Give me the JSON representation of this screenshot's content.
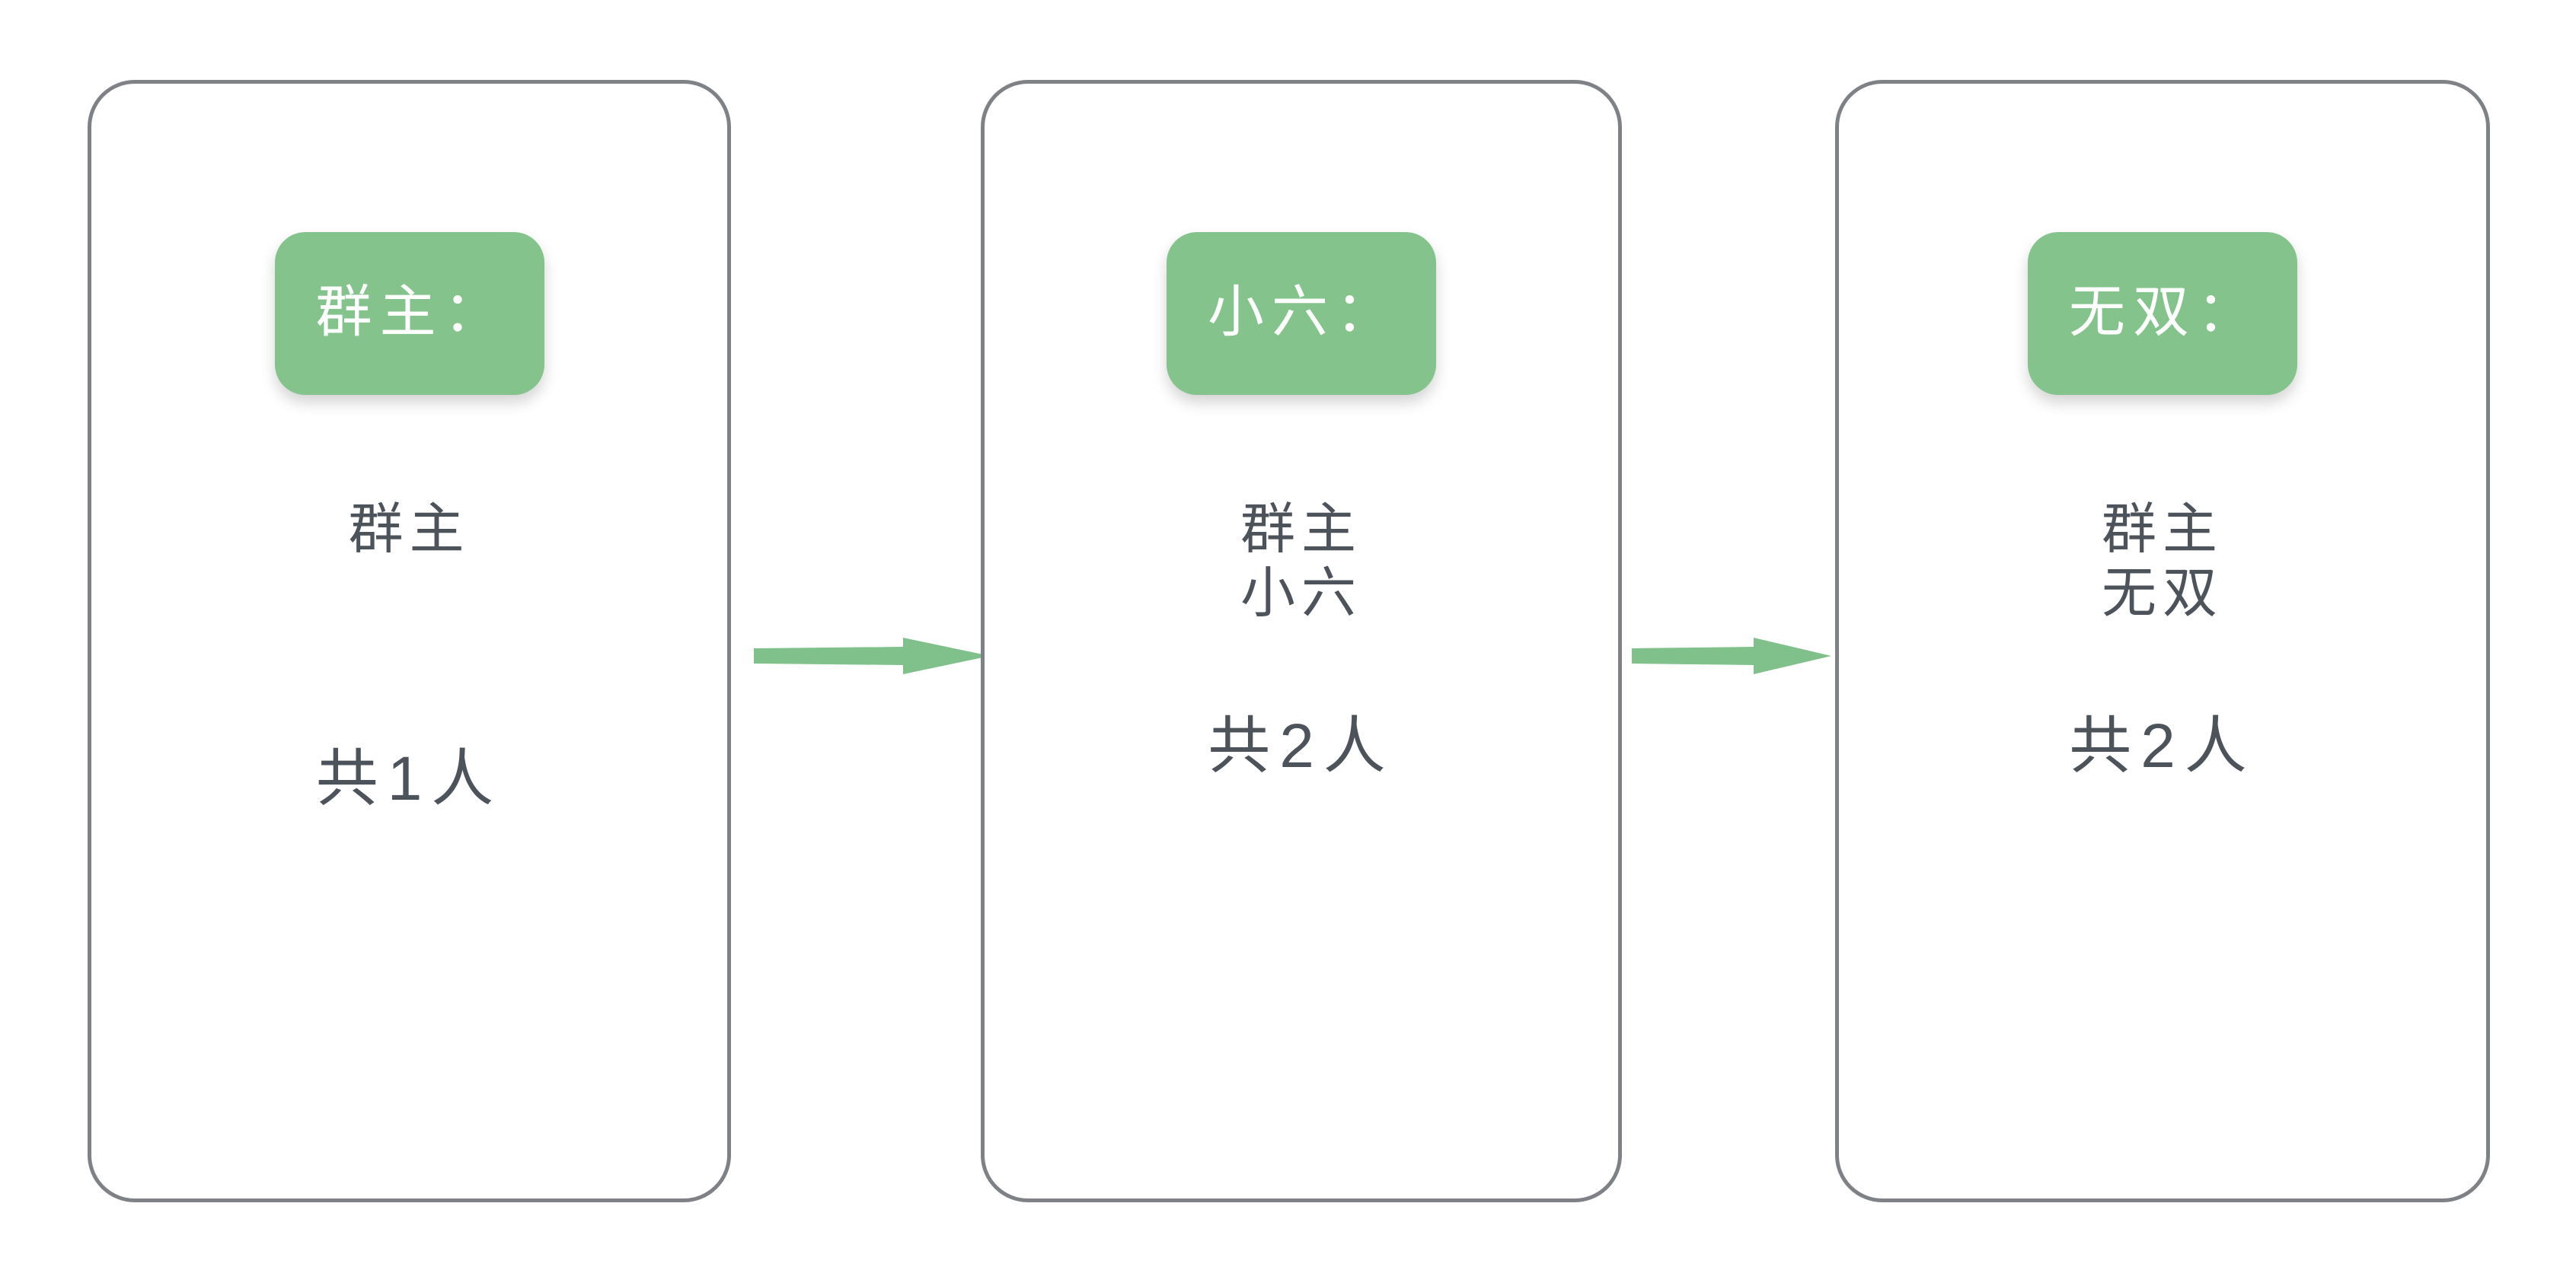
{
  "theme": {
    "background": "#ffffff",
    "card_border": "#7e8287",
    "pill_green": "#84c48c",
    "arrow_green": "#7fc08b",
    "text_dark": "#4d535b",
    "pill_text": "#ffffff"
  },
  "cards": [
    {
      "pill_label": "群主：",
      "members": [
        "群主"
      ],
      "total": "共1人"
    },
    {
      "pill_label": "小六：",
      "members": [
        "群主",
        "小六"
      ],
      "total": "共2人"
    },
    {
      "pill_label": "无双：",
      "members": [
        "群主",
        "无双"
      ],
      "total": "共2人"
    }
  ],
  "arrows": [
    {
      "direction": "right"
    },
    {
      "direction": "right"
    }
  ]
}
